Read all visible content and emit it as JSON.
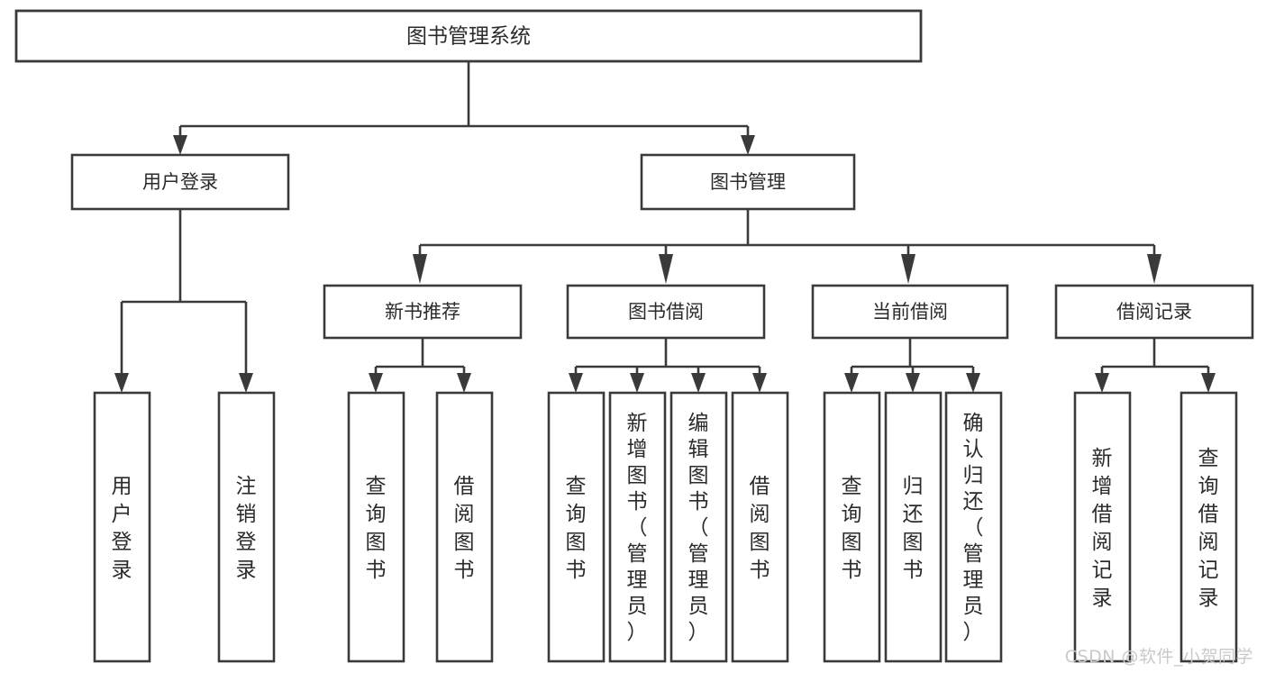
{
  "diagram": {
    "title": "图书管理系统",
    "watermark": "CSDN @软件_小贺同学",
    "type": "tree-hierarchy",
    "root": {
      "label": "图书管理系统"
    },
    "level2": [
      {
        "label": "用户登录"
      },
      {
        "label": "图书管理"
      }
    ],
    "level3": [
      {
        "label": "新书推荐"
      },
      {
        "label": "图书借阅"
      },
      {
        "label": "当前借阅"
      },
      {
        "label": "借阅记录"
      }
    ],
    "leaves": {
      "user_login": [
        {
          "label": "用户登录"
        },
        {
          "label": "注销登录"
        }
      ],
      "new_book_recommend": [
        {
          "label": "查询图书"
        },
        {
          "label": "借阅图书"
        }
      ],
      "book_borrow": [
        {
          "label": "查询图书"
        },
        {
          "label": "新增图书（管理员）"
        },
        {
          "label": "编辑图书（管理员）"
        },
        {
          "label": "借阅图书"
        }
      ],
      "current_borrow": [
        {
          "label": "查询图书"
        },
        {
          "label": "归还图书"
        },
        {
          "label": "确认归还（管理员）"
        }
      ],
      "borrow_record": [
        {
          "label": "新增借阅记录"
        },
        {
          "label": "查询借阅记录"
        }
      ]
    },
    "colors": {
      "stroke": "#3a3a3a",
      "fill": "#ffffff",
      "text": "#2b2b2b",
      "watermark": "#c9c9c9"
    }
  }
}
